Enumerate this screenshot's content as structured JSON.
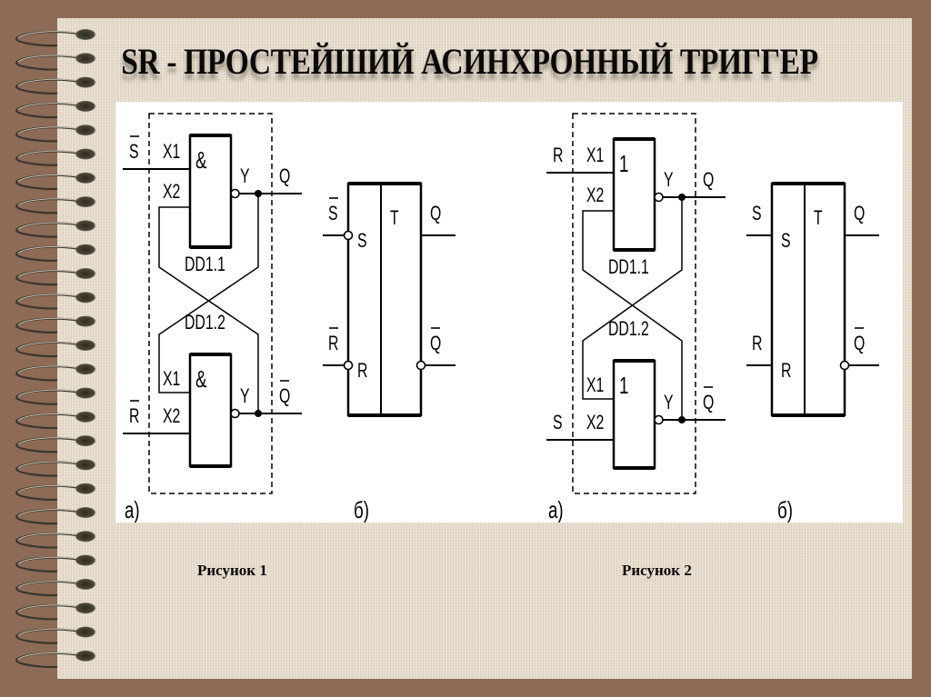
{
  "slide": {
    "title": "SR - ПРОСТЕЙШИЙ  АСИНХРОННЫЙ ТРИГГЕР",
    "colors": {
      "frame": "#8d6b56",
      "page": "#e6dccb",
      "panel": "#ffffff",
      "ink": "#000000"
    }
  },
  "figures": [
    {
      "caption": "Рисунок 1",
      "gate_symbol": "&",
      "circuit": {
        "label": "а)",
        "input_top": "S",
        "input_top_inverted": true,
        "input_bottom": "R",
        "input_bottom_inverted": true,
        "gate_top": {
          "name": "DD1.1",
          "in1": "X1",
          "in2": "X2",
          "out": "Y"
        },
        "gate_bottom": {
          "name": "DD1.2",
          "in1": "X1",
          "in2": "X2",
          "out": "Y"
        },
        "output_top": "Q",
        "output_bottom": "Q",
        "output_bottom_inverted": true
      },
      "symbol": {
        "label": "б)",
        "type": "T",
        "pin_s": "S",
        "pin_r": "R",
        "in_s": "S",
        "in_s_inverted": true,
        "in_r": "R",
        "in_r_inverted": true,
        "out_q": "Q",
        "out_nq": "Q"
      }
    },
    {
      "caption": "Рисунок 2",
      "gate_symbol": "1",
      "circuit": {
        "label": "а)",
        "input_top": "R",
        "input_top_inverted": false,
        "input_bottom": "S",
        "input_bottom_inverted": false,
        "gate_top": {
          "name": "DD1.1",
          "in1": "X1",
          "in2": "X2",
          "out": "Y"
        },
        "gate_bottom": {
          "name": "DD1.2",
          "in1": "X1",
          "in2": "X2",
          "out": "Y"
        },
        "output_top": "Q",
        "output_bottom": "Q",
        "output_bottom_inverted": true
      },
      "symbol": {
        "label": "б)",
        "type": "T",
        "pin_s": "S",
        "pin_r": "R",
        "in_s": "S",
        "in_s_inverted": false,
        "in_r": "R",
        "in_r_inverted": false,
        "out_q": "Q",
        "out_nq": "Q"
      }
    }
  ]
}
